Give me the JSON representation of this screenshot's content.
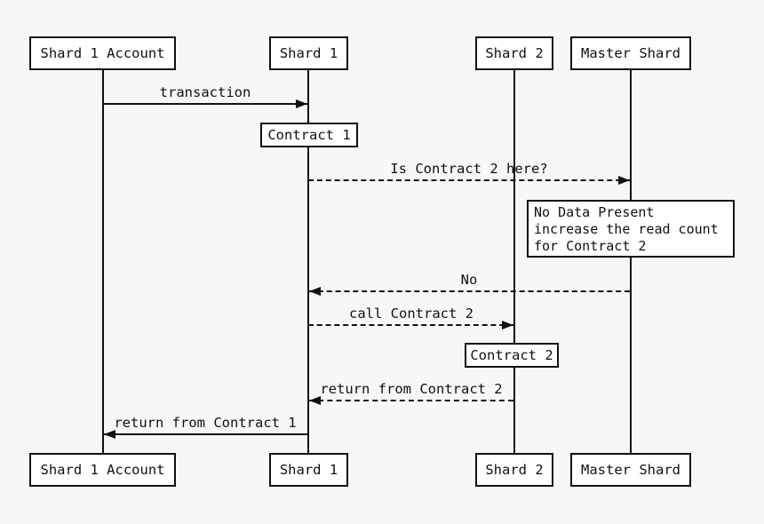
{
  "colors": {
    "background": "#f7f7f7",
    "line": "#111111",
    "box_fill": "#ffffff"
  },
  "diagram_type": "sequence-diagram",
  "participants": [
    {
      "id": "shard-1-account",
      "label": "Shard 1 Account"
    },
    {
      "id": "shard-1",
      "label": "Shard 1"
    },
    {
      "id": "shard-2",
      "label": "Shard 2"
    },
    {
      "id": "master-shard",
      "label": "Master Shard"
    }
  ],
  "messages": [
    {
      "label": "transaction",
      "from": "Shard 1 Account",
      "to": "Shard 1",
      "style": "solid"
    },
    {
      "label": "Is Contract 2 here?",
      "from": "Shard 1",
      "to": "Master Shard",
      "style": "dashed"
    },
    {
      "label": "No",
      "from": "Master Shard",
      "to": "Shard 1",
      "style": "dashed"
    },
    {
      "label": "call Contract 2",
      "from": "Shard 1",
      "to": "Shard 2",
      "style": "dashed"
    },
    {
      "label": "return from Contract 2",
      "from": "Shard 2",
      "to": "Shard 1",
      "style": "dashed"
    },
    {
      "label": "return from Contract 1",
      "from": "Shard 1",
      "to": "Shard 1 Account",
      "style": "solid"
    }
  ],
  "activations": [
    {
      "label": "Contract 1",
      "on": "Shard 1"
    },
    {
      "label": "Contract 2",
      "on": "Shard 2"
    }
  ],
  "note": {
    "attached_to": "Master Shard",
    "lines": [
      "No Data Present",
      "increase the read count",
      "for Contract 2"
    ]
  }
}
